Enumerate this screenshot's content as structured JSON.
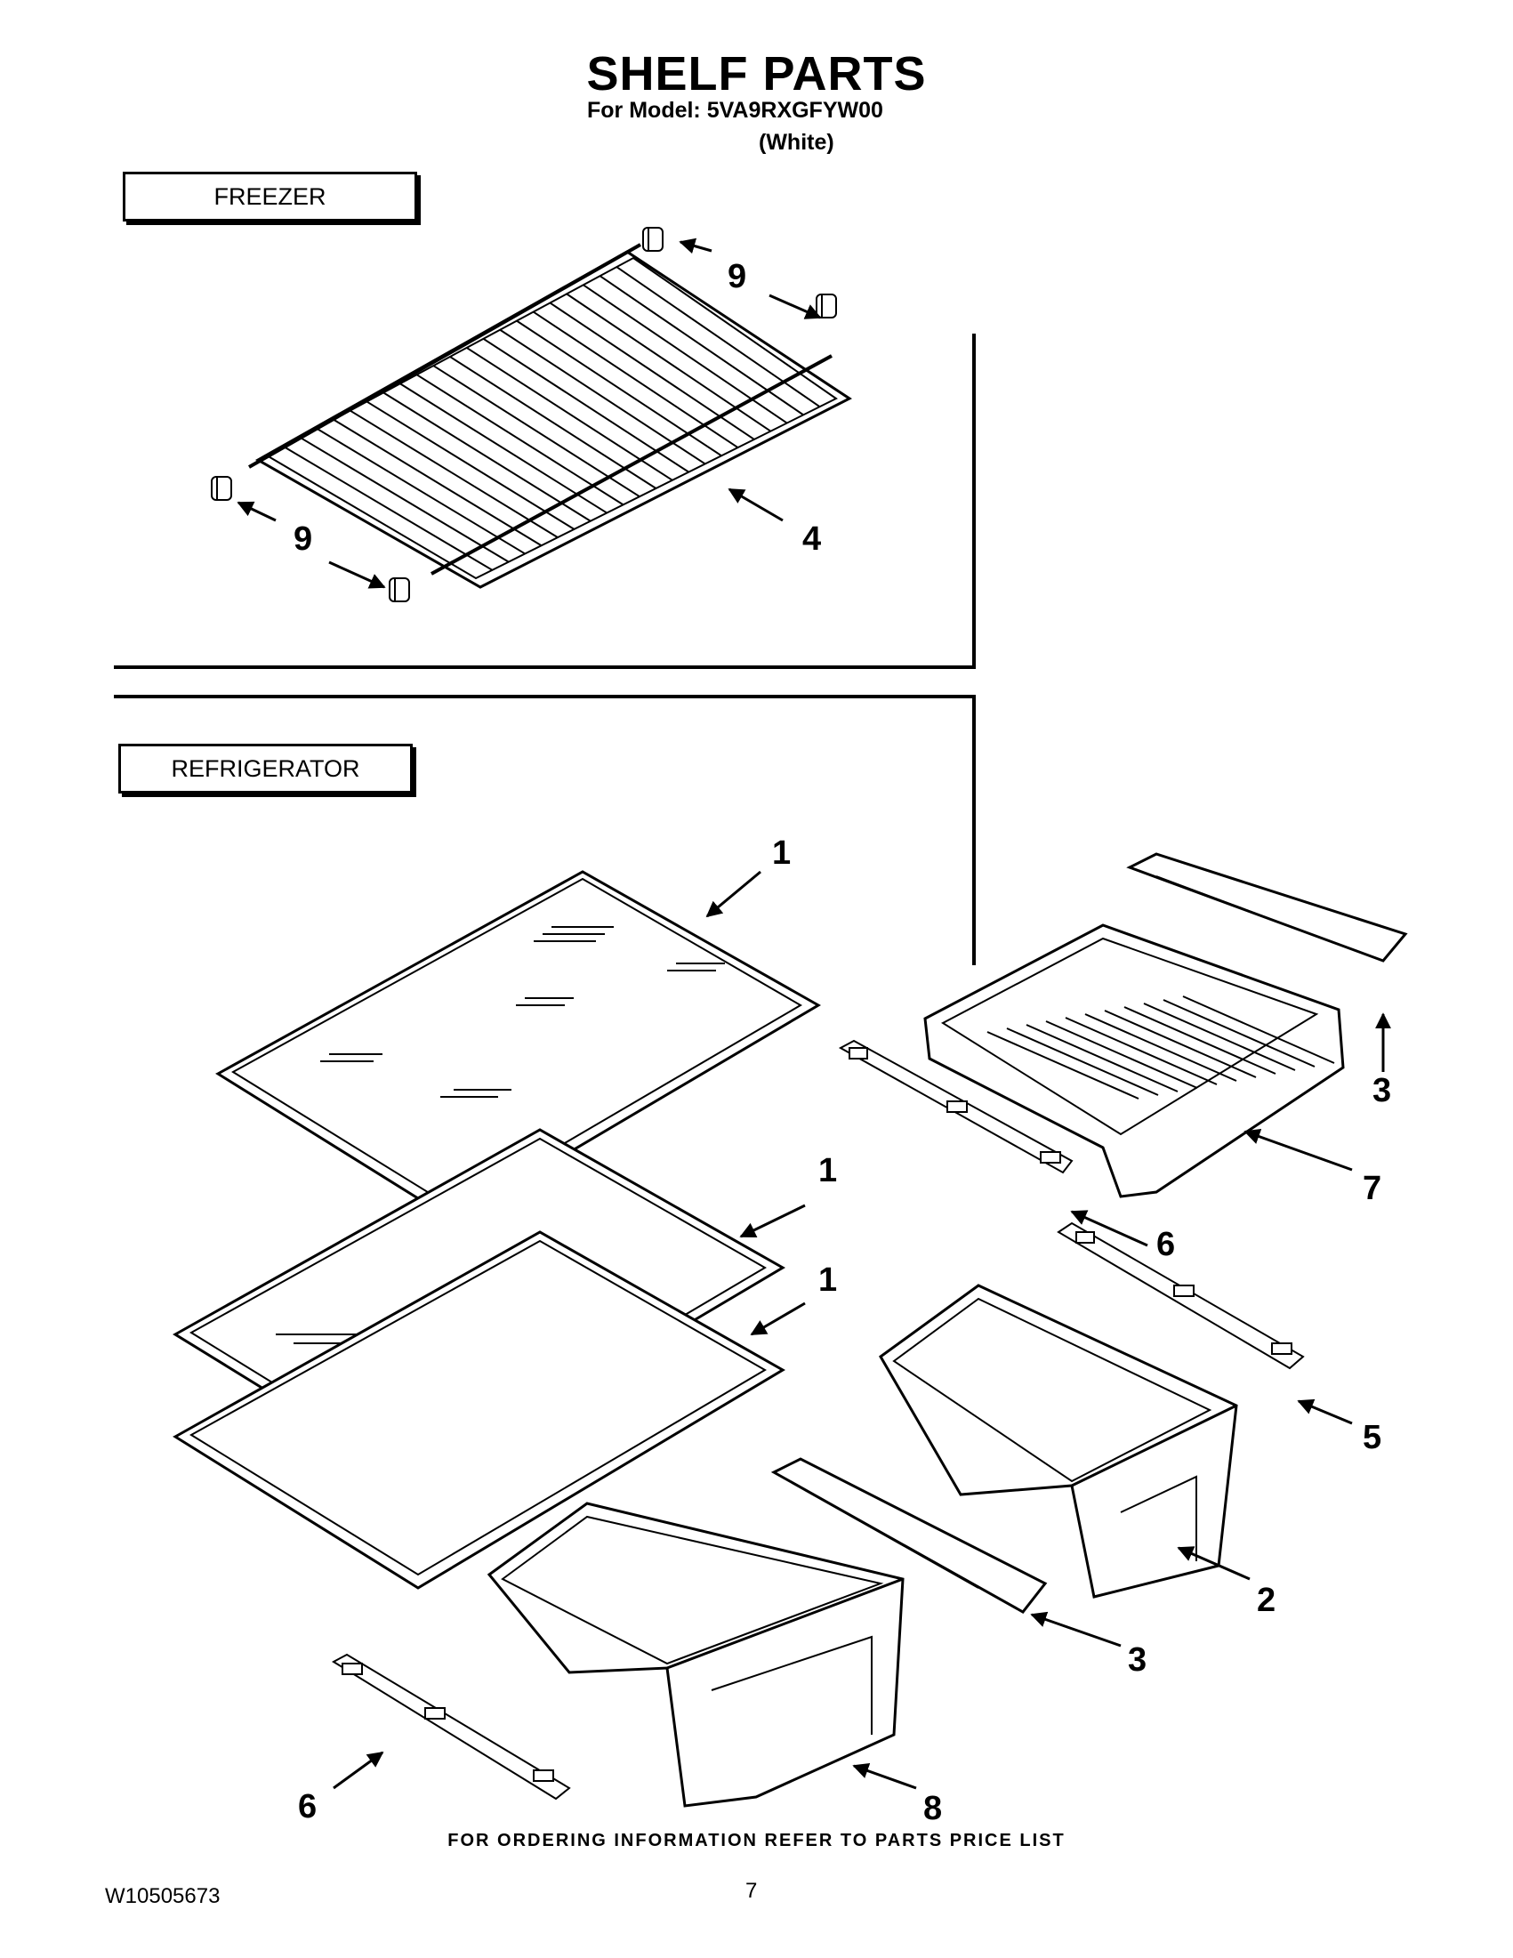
{
  "header": {
    "title": "SHELF PARTS",
    "model_line": "For Model: 5VA9RXGFYW00",
    "color_line": "(White)"
  },
  "sections": {
    "freezer_label": "FREEZER",
    "refrigerator_label": "REFRIGERATOR"
  },
  "callouts": {
    "freezer_pin_top": "9",
    "freezer_pin_bottom": "9",
    "freezer_shelf": "4",
    "glass_shelf_top": "1",
    "glass_shelf_mid": "1",
    "glass_shelf_bottom": "1",
    "cover_top": "3",
    "pan_top": "7",
    "rail_top": "6",
    "rail_right": "5",
    "crisper_right": "2",
    "cover_bottom": "3",
    "rail_bottom": "6",
    "crisper_left": "8"
  },
  "footer": {
    "ordering_note": "FOR ORDERING INFORMATION REFER TO PARTS PRICE LIST",
    "document_number": "W10505673",
    "page_number": "7"
  }
}
